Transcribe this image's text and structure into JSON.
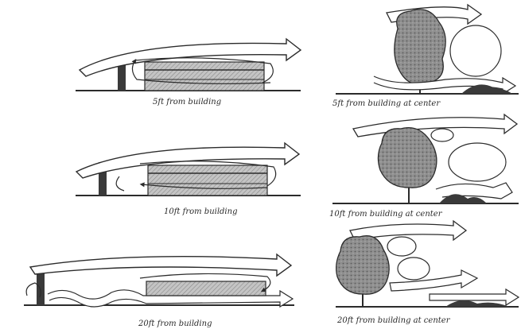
{
  "left_panels": [
    {
      "caption": "5ft from building"
    },
    {
      "caption": "10ft from building"
    },
    {
      "caption": "20ft from building"
    }
  ],
  "right_panels": [
    {
      "caption": "5ft from building at center"
    },
    {
      "caption": "10ft from building at center"
    },
    {
      "caption": "20ft from building at center"
    }
  ],
  "colors": {
    "ink": "#2b2b2b",
    "tree_fill": "#8d8d8d",
    "slab_fill": "#bdbdbd",
    "paper": "#ffffff"
  }
}
